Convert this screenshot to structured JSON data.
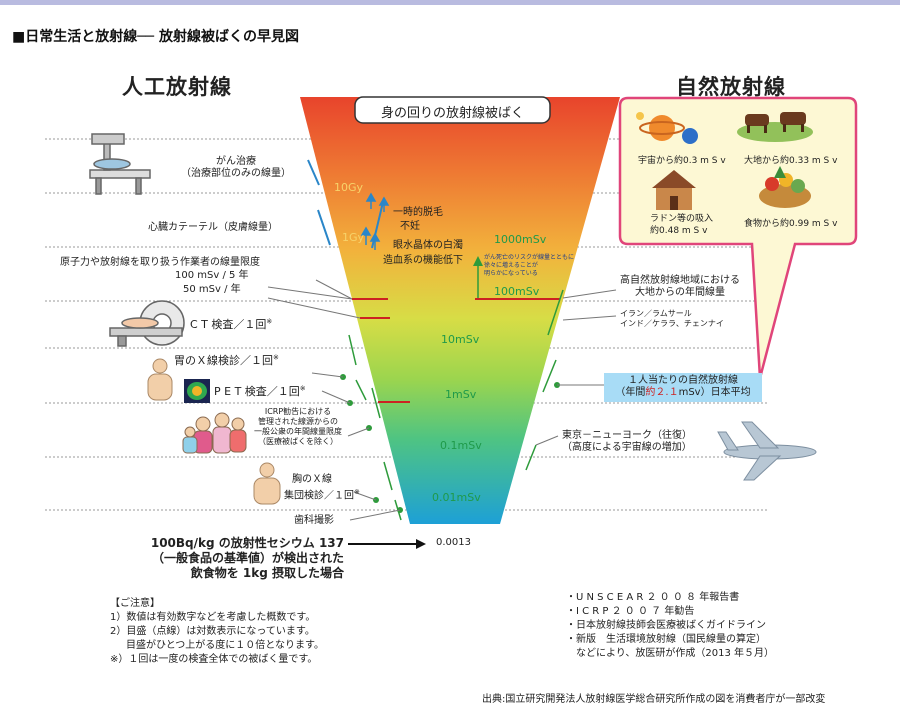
{
  "title": "■日常生活と放射線── 放射線被ばくの早見図",
  "header_left": "人工放射線",
  "header_right": "自然放射線",
  "funnel_title": "身の回りの放射線被ばく",
  "scale_labels": [
    "10Gy",
    "1Gy",
    "1000mSv",
    "100mSv",
    "10mSv",
    "1mSv",
    "0.1mSv",
    "0.01mSv"
  ],
  "effects": [
    "一時的脱毛",
    "不妊",
    "眼水晶体の白濁",
    "造血系の機能低下"
  ],
  "cancer_note": [
    "がん死亡のリスクが線量とともに",
    "徐々に増えることが",
    "明らかになっている"
  ],
  "artificial": {
    "cancer_treatment": [
      "がん治療",
      "（治療部位のみの線量）"
    ],
    "catheter": "心臓カテーテル（皮膚線量）",
    "worker_limit": "原子力や放射線を取り扱う作業者の線量限度",
    "worker_100": "100 mSv / 5 年",
    "worker_50": "50 mSv / 年",
    "ct": "C T 検査／１回",
    "ct_mark": "※",
    "stomach": "胃のＸ線検診／１回",
    "stomach_mark": "※",
    "pet": "P E T 検査／１回",
    "pet_mark": "※",
    "icrp": [
      "ICRP勧告における",
      "管理された線源からの",
      "一般公衆の年間線量限度",
      "（医療被ばくを除く）"
    ],
    "chest": [
      "胸のＸ線",
      "集団検診／１回"
    ],
    "chest_mark": "※",
    "dental": "歯科撮影"
  },
  "natural": {
    "cosmic": "宇宙から約0.3 m S v",
    "earth": "大地から約0.33 m S v",
    "radon": [
      "ラドン等の吸入",
      "約0.48 m S v"
    ],
    "food": "食物から約0.99 m S v",
    "high_area": [
      "高自然放射線地域における",
      "大地からの年間線量"
    ],
    "iran": [
      "イラン／ラムサール",
      "インド／ケララ、チェンナイ"
    ],
    "per_person": [
      "１人当たりの自然放射線",
      "（年間",
      "約２.１",
      "mSv）日本平均"
    ],
    "flight": [
      "東京－ニューヨーク（往復）",
      "（高度による宇宙線の増加）"
    ]
  },
  "cesium": {
    "text": [
      "100Bq/kg の放射性セシウム 137",
      "（一般食品の基準値）が検出された",
      "飲食物を 1kg 摂取した場合"
    ],
    "value": "0.0013"
  },
  "notes": [
    "【ご注意】",
    "1）数値は有効数字などを考慮した概数です。",
    "2）目盛（点線）は対数表示になっています。",
    "目盛がひとつ上がる度に１０倍となります。",
    "※）１回は一度の検査全体での被ばく量です。"
  ],
  "sources": [
    "・U N S C E A R ２ ０ ０ ８ 年報告書",
    "・I C R P ２ ０ ０ ７ 年勧告",
    "・日本放射線技師会医療被ばくガイドライン",
    "・新版　生活環境放射線（国民線量の算定）",
    "などにより、放医研が作成（2013 年５月）"
  ],
  "credit": "出典:国立研究開発法人放射線医学総合研究所作成の図を消費者庁が一部改変",
  "colors": {
    "funnel_top": "#e8442c",
    "funnel_upper": "#f2a83a",
    "funnel_mid": "#cfe44a",
    "funnel_low": "#57c779",
    "funnel_bottom": "#1ea3d2",
    "natural_border": "#e0457a",
    "natural_bg": "#fdf8d4",
    "accent_line": "#2a86c8",
    "red_mark": "#cc2222",
    "highlight_bg": "#a8dcf6"
  },
  "icons": [
    "bed-machine-icon",
    "ct-scanner-icon",
    "person-xray-icon",
    "brain-scan-icon",
    "family-icon",
    "chest-xray-icon",
    "planet-icon",
    "cows-icon",
    "house-icon",
    "food-basket-icon",
    "airplane-icon"
  ]
}
